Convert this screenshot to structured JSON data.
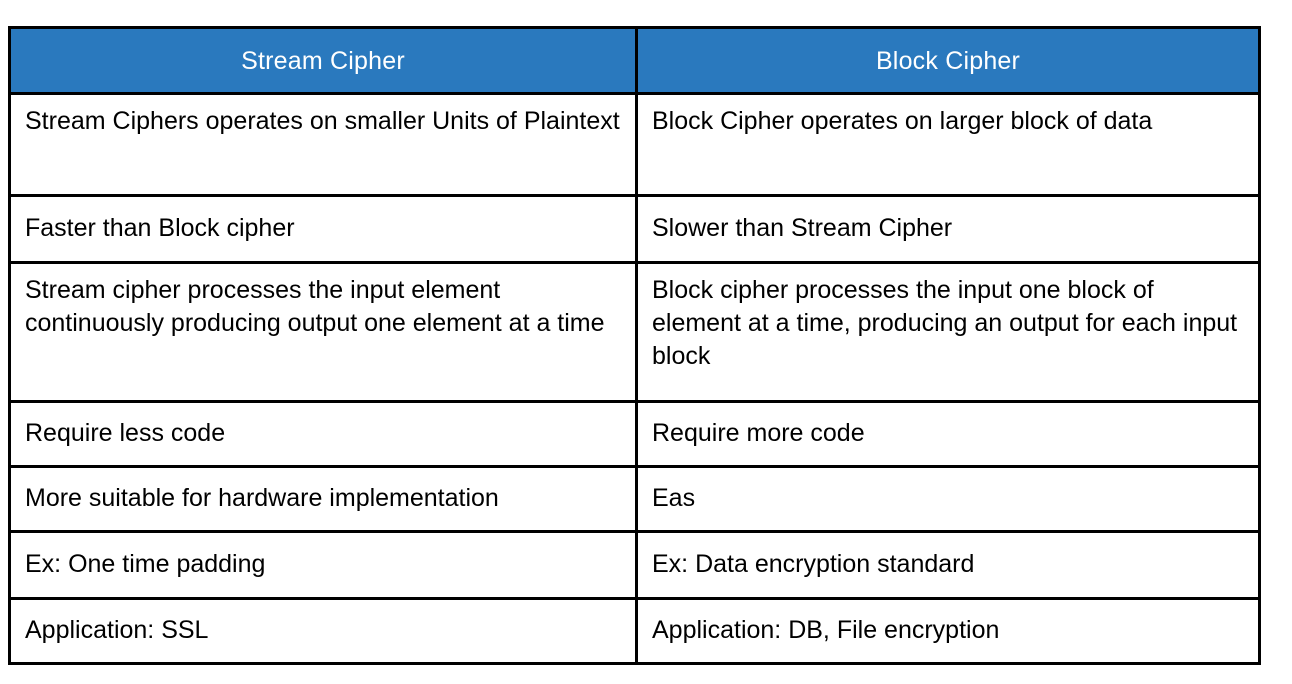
{
  "document": {
    "type": "comparison-table",
    "background_color": "#ffffff",
    "header_background_color": "#2a79be",
    "header_text_color": "#ffffff",
    "body_text_color": "#000000",
    "border_color": "#000000"
  },
  "table": {
    "columns": [
      {
        "key": "stream",
        "header": "Stream Cipher"
      },
      {
        "key": "block",
        "header": "Block Cipher"
      }
    ],
    "rows": [
      {
        "stream": "Stream Ciphers operates on smaller Units of Plaintext",
        "block": "Block Cipher operates on larger block of data"
      },
      {
        "stream": "Faster than Block cipher",
        "block": "Slower than Stream Cipher"
      },
      {
        "stream": "Stream cipher processes the input element continuously producing output one element at a time",
        "block": "Block cipher processes the input one block of element at a time, producing an output for each input block"
      },
      {
        "stream": "Require less code",
        "block": "Require more code"
      },
      {
        "stream": "More suitable for hardware implementation",
        "block": "Eas"
      },
      {
        "stream": "Ex: One time padding",
        "block": "Ex: Data encryption standard"
      },
      {
        "stream": "Application: SSL",
        "block": "Application: DB, File encryption"
      }
    ]
  }
}
